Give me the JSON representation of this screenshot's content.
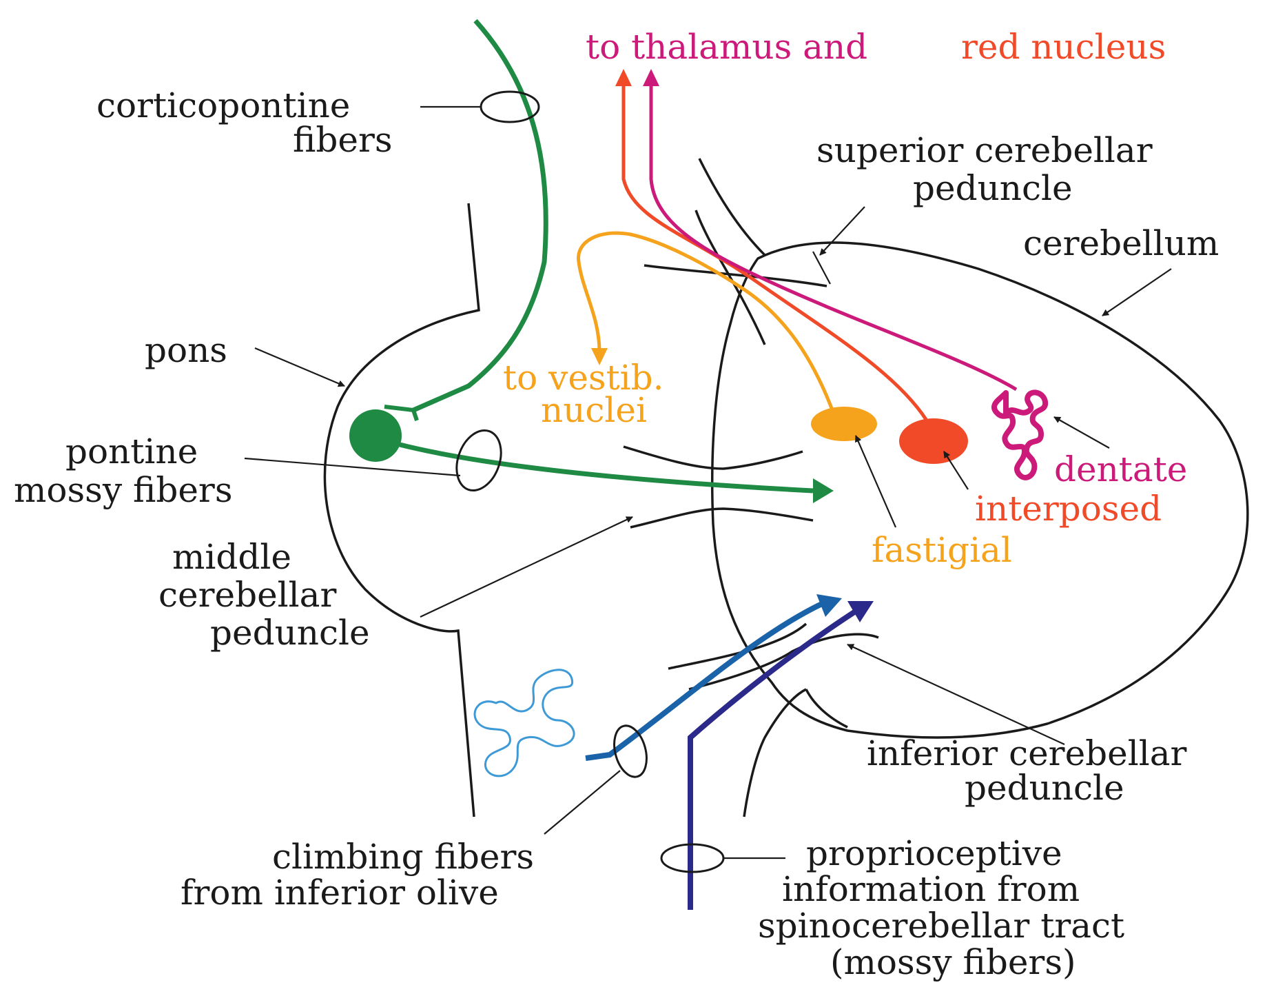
{
  "labels": {
    "to_thalamus": "to thalamus and",
    "red_nucleus": "red nucleus",
    "corticopontine_1": "corticopontine",
    "corticopontine_2": "fibers",
    "superior_peduncle_1": "superior cerebellar",
    "superior_peduncle_2": "peduncle",
    "cerebellum": "cerebellum",
    "pons": "pons",
    "to_vestib_1": "to vestib.",
    "to_vestib_2": "nuclei",
    "pontine_mossy_1": "pontine",
    "pontine_mossy_2": "mossy fibers",
    "dentate": "dentate",
    "interposed": "interposed",
    "fastigial": "fastigial",
    "middle_peduncle_1": "middle",
    "middle_peduncle_2": "cerebellar",
    "middle_peduncle_3": "peduncle",
    "inferior_peduncle_1": "inferior cerebellar",
    "inferior_peduncle_2": "peduncle",
    "climbing_1": "climbing fibers",
    "climbing_2": "from inferior olive",
    "proprio_1": "proprioceptive",
    "proprio_2": "information from",
    "proprio_3": "spinocerebellar tract",
    "proprio_4": "(mossy fibers)"
  },
  "colors": {
    "outline": "#1a1a1a",
    "corticopontine_green": "#1e8a43",
    "fastigial_orange": "#f5a21c",
    "interposed_red": "#f04a28",
    "dentate_magenta": "#cc1a7a",
    "climbing_blue": "#1a63a8",
    "spinocerebellar_navy": "#2b2a8a",
    "olive_light_blue": "#3d9ad6"
  }
}
